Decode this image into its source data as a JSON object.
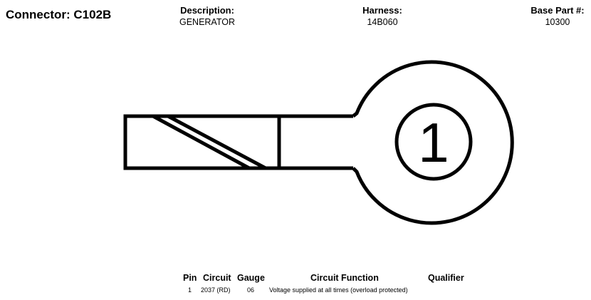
{
  "connector": {
    "title": "Connector: C102B"
  },
  "header": {
    "description": {
      "label": "Description:",
      "value": "GENERATOR"
    },
    "harness": {
      "label": "Harness:",
      "value": "14B060"
    },
    "base_part": {
      "label": "Base Part #:",
      "value": "10300"
    }
  },
  "diagram": {
    "pin_label": "1"
  },
  "table": {
    "headers": {
      "pin": "Pin",
      "circuit": "Circuit",
      "gauge": "Gauge",
      "function": "Circuit Function",
      "qualifier": "Qualifier"
    },
    "rows": [
      {
        "pin": "1",
        "circuit": "2037 (RD)",
        "gauge": "06",
        "function": "Voltage supplied at all times (overload protected)",
        "qualifier": ""
      }
    ]
  }
}
